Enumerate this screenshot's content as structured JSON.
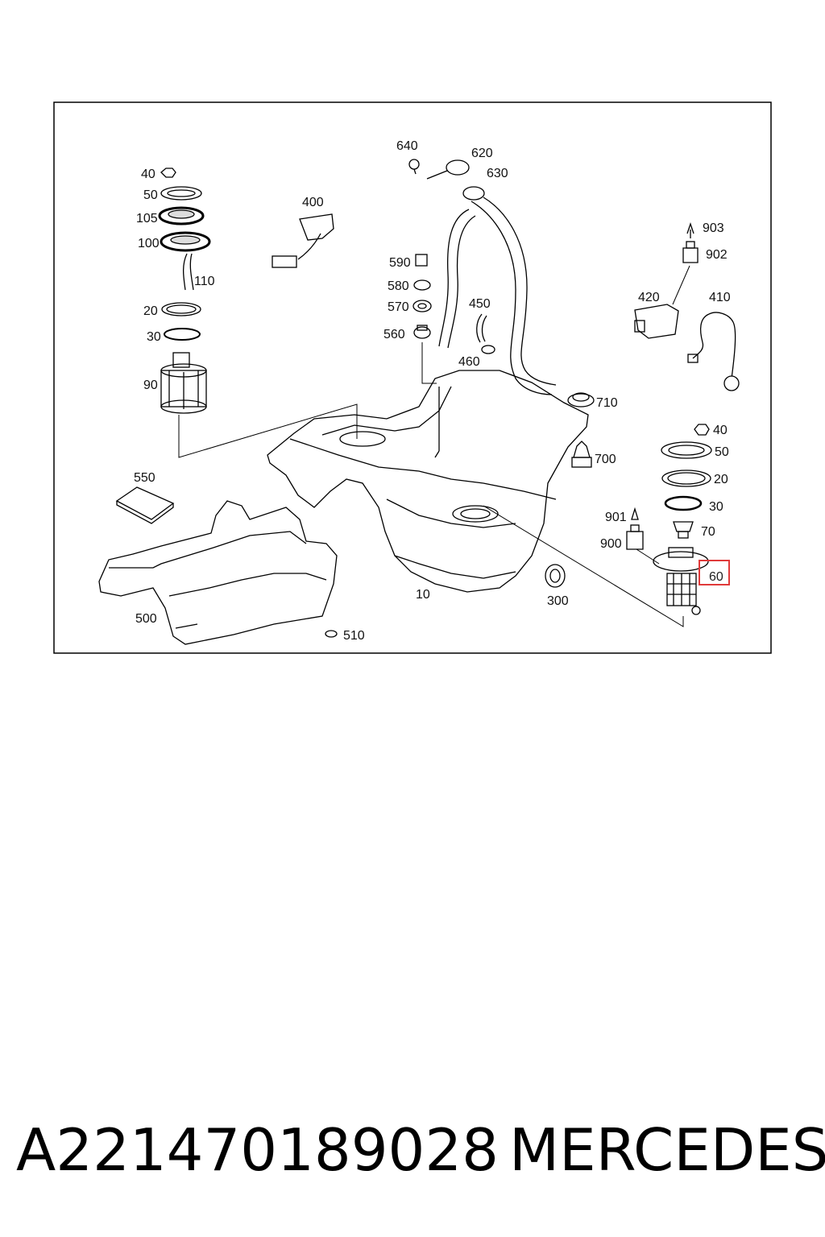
{
  "diagram": {
    "labels": {
      "l640": "640",
      "l620": "620",
      "l630": "630",
      "l40a": "40",
      "l50a": "50",
      "l105": "105",
      "l100": "100",
      "l110": "110",
      "l20a": "20",
      "l30a": "30",
      "l90": "90",
      "l400": "400",
      "l590": "590",
      "l580": "580",
      "l570": "570",
      "l560": "560",
      "l450": "450",
      "l460": "460",
      "l903": "903",
      "l902": "902",
      "l420": "420",
      "l410": "410",
      "l710": "710",
      "l700": "700",
      "l40b": "40",
      "l50b": "50",
      "l20b": "20",
      "l30b": "30",
      "l901": "901",
      "l900": "900",
      "l70": "70",
      "l60": "60",
      "l550": "550",
      "l500": "500",
      "l10": "10",
      "l300": "300",
      "l510": "510"
    },
    "highlight_color": "#e03a3a"
  },
  "footer": {
    "part_number": "A221470189028",
    "brand": "MERCEDES"
  }
}
